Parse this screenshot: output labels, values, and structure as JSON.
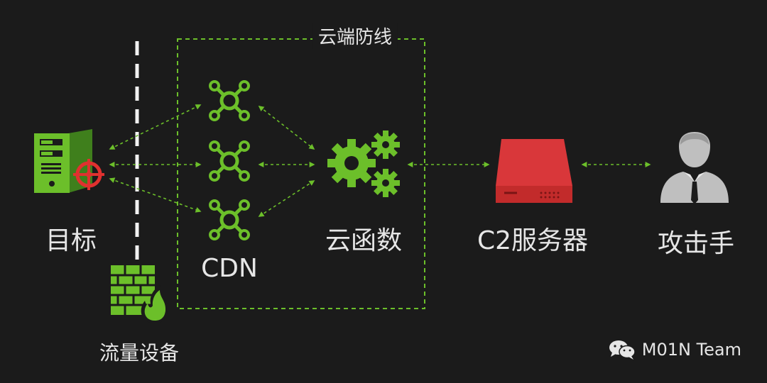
{
  "labels": {
    "target": "目标",
    "traffic_device": "流量设备",
    "cdn": "CDN",
    "cloud_function": "云函数",
    "c2_server": "C2服务器",
    "attacker": "攻击手",
    "cloud_defense": "云端防线"
  },
  "watermark": {
    "text": "M01N Team",
    "icon": "wechat-icon"
  },
  "colors": {
    "background": "#1b1b1b",
    "green": "#6cbf2a",
    "red": "#e0312f",
    "gray": "#bfbfbf",
    "text": "#e6e6e6"
  },
  "icons": [
    "server-icon",
    "crosshair-icon",
    "firewall-icon",
    "cdn-node-icon",
    "gears-icon",
    "c2-server-icon",
    "user-icon"
  ]
}
